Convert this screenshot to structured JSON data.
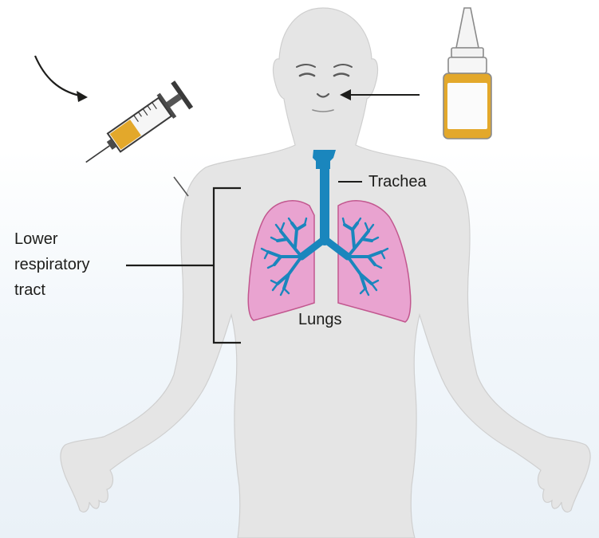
{
  "labels": {
    "trachea": "Trachea",
    "lungs": "Lungs",
    "lower_tract_line1": "Lower",
    "lower_tract_line2": "respiratory",
    "lower_tract_line3": "tract"
  },
  "icons": {
    "syringe": "syringe-icon",
    "nasal_spray": "nasal-spray-bottle-icon"
  },
  "colors": {
    "body": "#e5e5e5",
    "airway": "#1a86bd",
    "lungs": "#e9a3d0",
    "liquid": "#e3a82b"
  }
}
